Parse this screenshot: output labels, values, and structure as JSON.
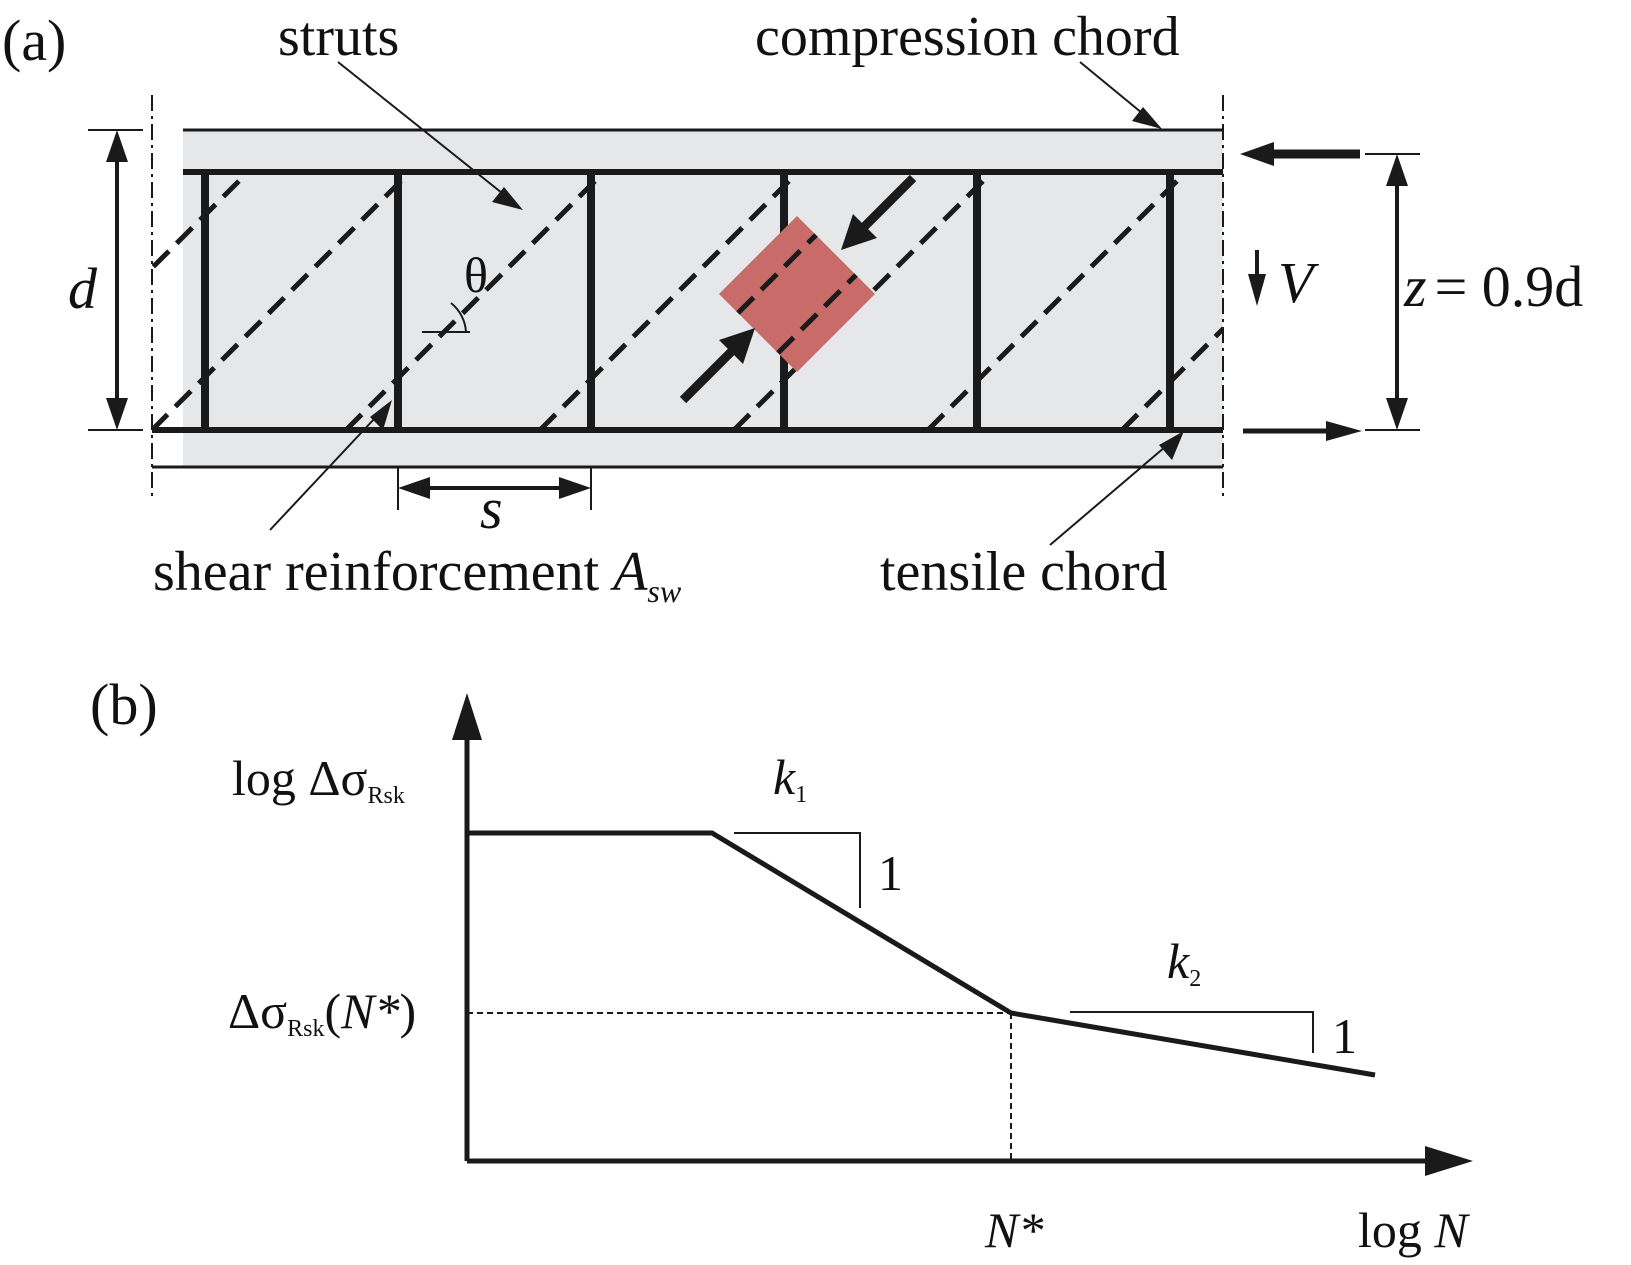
{
  "panel_a": {
    "label": "(a)",
    "struts": "struts",
    "compression_chord": "compression chord",
    "d": "d",
    "theta": "θ",
    "V": "V",
    "z_symbol": "z",
    "z_value": "= 0.9d",
    "s": "s",
    "shear_reinforcement": "shear reinforcement ",
    "A": "A",
    "A_sub": "sw",
    "tensile_chord": "tensile chord",
    "colors": {
      "concrete": "#e6e7e9",
      "element": "#c96b68",
      "line": "#1a1a1a"
    }
  },
  "panel_b": {
    "label": "(b)",
    "y_axis_label": "log Δσ",
    "y_axis_sub": "Rsk",
    "y_ref_prefix": "Δσ",
    "y_ref_sub": "Rsk",
    "y_ref_suffix_open": "(",
    "y_ref_N": "N*",
    "y_ref_suffix_close": ")",
    "k1": "k",
    "k1_sub": "1",
    "k2": "k",
    "k2_sub": "2",
    "one_a": "1",
    "one_b": "1",
    "x_tick": "N*",
    "x_axis_label_log": "log ",
    "x_axis_label_N": "N"
  }
}
